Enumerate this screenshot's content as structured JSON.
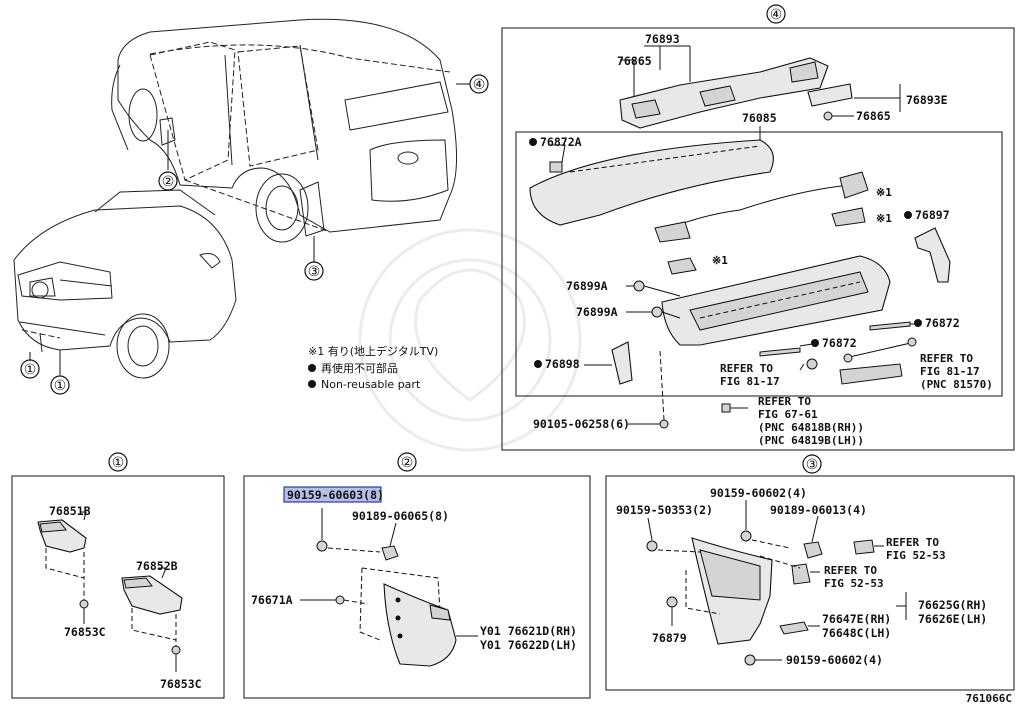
{
  "diagram_id": "761066C",
  "notes": {
    "ref1": "※1 有り(地上デジタルTV)",
    "jp_nonreusable": "再使用不可部品",
    "nonreusable": "Non-reusable part"
  },
  "sections": {
    "s1": "①",
    "s2": "②",
    "s3": "③",
    "s4": "④"
  },
  "overview_callouts": {
    "c1a": "①",
    "c1b": "①",
    "c2": "②",
    "c3": "③",
    "c4": "④"
  },
  "labels_s4": {
    "p76893": "76893",
    "p76865a": "76865",
    "p76893e": "76893E",
    "p76865b": "76865",
    "p76085": "76085",
    "p76872a": "76872A",
    "ref1a": "※1",
    "ref1b": "※1",
    "ref1c": "※1",
    "p76897": "76897",
    "p76899a1": "76899A",
    "p76899a2": "76899A",
    "p76872_1": "76872",
    "p76872_2": "76872",
    "p76898": "76898",
    "ref81a_l1": "REFER TO",
    "ref81a_l2": "FIG 81-17",
    "ref81b_l1": "REFER TO",
    "ref81b_l2": "FIG 81-17",
    "ref81b_l3": "(PNC 81570)",
    "p90105": "90105-06258(6)",
    "ref67_l1": "REFER TO",
    "ref67_l2": "FIG 67-61",
    "ref67_l3": "(PNC 64818B(RH))",
    "ref67_l4": "(PNC 64819B(LH))"
  },
  "labels_s1": {
    "p76851b": "76851B",
    "p76852b": "76852B",
    "p76853c_a": "76853C",
    "p76853c_b": "76853C"
  },
  "labels_s2": {
    "p90159_60603": "90159-60603(8)",
    "p90189_06065": "90189-06065(8)",
    "p76671a": "76671A",
    "p76621d": "Y01 76621D(RH)",
    "p76622d": "Y01 76622D(LH)"
  },
  "labels_s3": {
    "p90159_60602a": "90159-60602(4)",
    "p90159_50353": "90159-50353(2)",
    "p90189_06013": "90189-06013(4)",
    "ref52a_l1": "REFER TO",
    "ref52a_l2": "FIG 52-53",
    "ref52b_l1": "REFER TO",
    "ref52b_l2": "FIG 52-53",
    "p76625g": "76625G(RH)",
    "p76626e": "76626E(LH)",
    "p76647e": "76647E(RH)",
    "p76648c": "76648C(LH)",
    "p76879": "76879",
    "p90159_60602b": "90159-60602(4)"
  },
  "colors": {
    "highlight_fill": "#b8bfe6",
    "highlight_stroke": "#2a3d9a",
    "line": "#111111"
  }
}
